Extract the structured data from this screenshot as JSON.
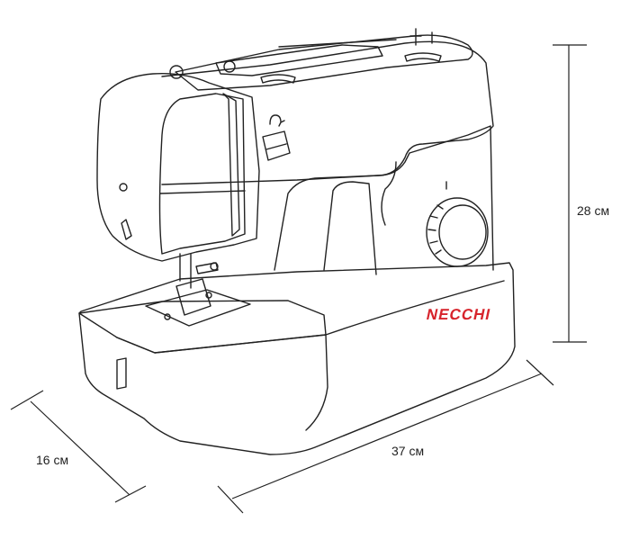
{
  "dimensions": {
    "height": "28 см",
    "width": "37 см",
    "depth": "16 см"
  },
  "brand": {
    "name": "NECCHI",
    "color": "#d7242c"
  },
  "line_color": "#222222"
}
